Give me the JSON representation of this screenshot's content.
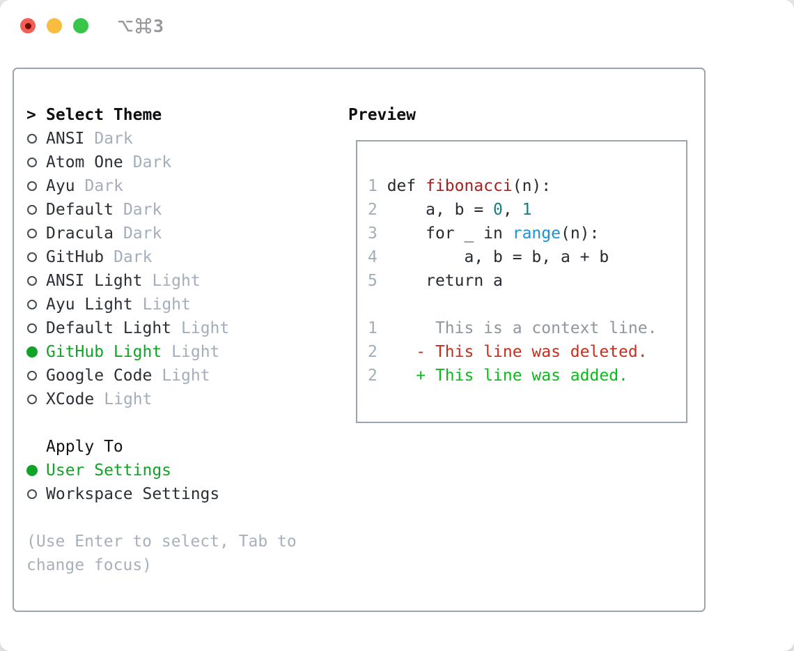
{
  "titlebar": {
    "shortcut": "⌥⌘3",
    "shortcut_digit": "3",
    "buttons": [
      "close",
      "minimize",
      "zoom"
    ]
  },
  "theme_picker": {
    "header": {
      "marker": ">",
      "label": "Select Theme"
    },
    "themes": [
      {
        "name": "ANSI",
        "variant": "Dark",
        "selected": false
      },
      {
        "name": "Atom One",
        "variant": "Dark",
        "selected": false
      },
      {
        "name": "Ayu",
        "variant": "Dark",
        "selected": false
      },
      {
        "name": "Default",
        "variant": "Dark",
        "selected": false
      },
      {
        "name": "Dracula",
        "variant": "Dark",
        "selected": false
      },
      {
        "name": "GitHub",
        "variant": "Dark",
        "selected": false
      },
      {
        "name": "ANSI Light",
        "variant": "Light",
        "selected": false
      },
      {
        "name": "Ayu Light",
        "variant": "Light",
        "selected": false
      },
      {
        "name": "Default Light",
        "variant": "Light",
        "selected": false
      },
      {
        "name": "GitHub Light",
        "variant": "Light",
        "selected": true
      },
      {
        "name": "Google Code",
        "variant": "Light",
        "selected": false
      },
      {
        "name": "XCode",
        "variant": "Light",
        "selected": false
      }
    ],
    "apply_to": {
      "label": "Apply To",
      "options": [
        {
          "name": "User Settings",
          "selected": true
        },
        {
          "name": "Workspace Settings",
          "selected": false
        }
      ]
    },
    "hint_lines": [
      "(Use Enter to select, Tab to",
      "change focus)"
    ]
  },
  "preview": {
    "label": "Preview",
    "lines": [
      {
        "segments": [
          {
            "t": "1 ",
            "c": "ln"
          },
          {
            "t": "def ",
            "c": "fg"
          },
          {
            "t": "fibonacci",
            "c": "red"
          },
          {
            "t": "(n):",
            "c": "fg"
          }
        ]
      },
      {
        "segments": [
          {
            "t": "2 ",
            "c": "ln"
          },
          {
            "t": "    a, b = ",
            "c": "fg"
          },
          {
            "t": "0",
            "c": "num"
          },
          {
            "t": ", ",
            "c": "fg"
          },
          {
            "t": "1",
            "c": "num"
          }
        ]
      },
      {
        "segments": [
          {
            "t": "3 ",
            "c": "ln"
          },
          {
            "t": "    for _ in ",
            "c": "fg"
          },
          {
            "t": "range",
            "c": "blue"
          },
          {
            "t": "(n):",
            "c": "fg"
          }
        ]
      },
      {
        "segments": [
          {
            "t": "4 ",
            "c": "ln"
          },
          {
            "t": "        a, b = b, a + b",
            "c": "fg"
          }
        ]
      },
      {
        "segments": [
          {
            "t": "5 ",
            "c": "ln"
          },
          {
            "t": "    return a",
            "c": "fg"
          }
        ]
      },
      {
        "segments": []
      },
      {
        "segments": [
          {
            "t": "1 ",
            "c": "ln"
          },
          {
            "t": "     This is a context line.",
            "c": "ctx"
          }
        ]
      },
      {
        "segments": [
          {
            "t": "2 ",
            "c": "ln"
          },
          {
            "t": "   - This line was deleted.",
            "c": "del"
          }
        ]
      },
      {
        "segments": [
          {
            "t": "2 ",
            "c": "ln"
          },
          {
            "t": "   + This line was added.",
            "c": "add"
          }
        ]
      }
    ]
  },
  "palette": {
    "selected_green": "#10a326",
    "added_green": "#0abb1a",
    "deleted_red": "#c92d1d",
    "function_red": "#a6211e",
    "number_teal": "#157f80",
    "builtin_blue": "#1b93d3",
    "muted_gray": "#a4adbb",
    "border_gray": "#9aa3af",
    "traffic_red": "#f25e52",
    "traffic_yellow": "#f8bc40",
    "traffic_green": "#37c649"
  }
}
